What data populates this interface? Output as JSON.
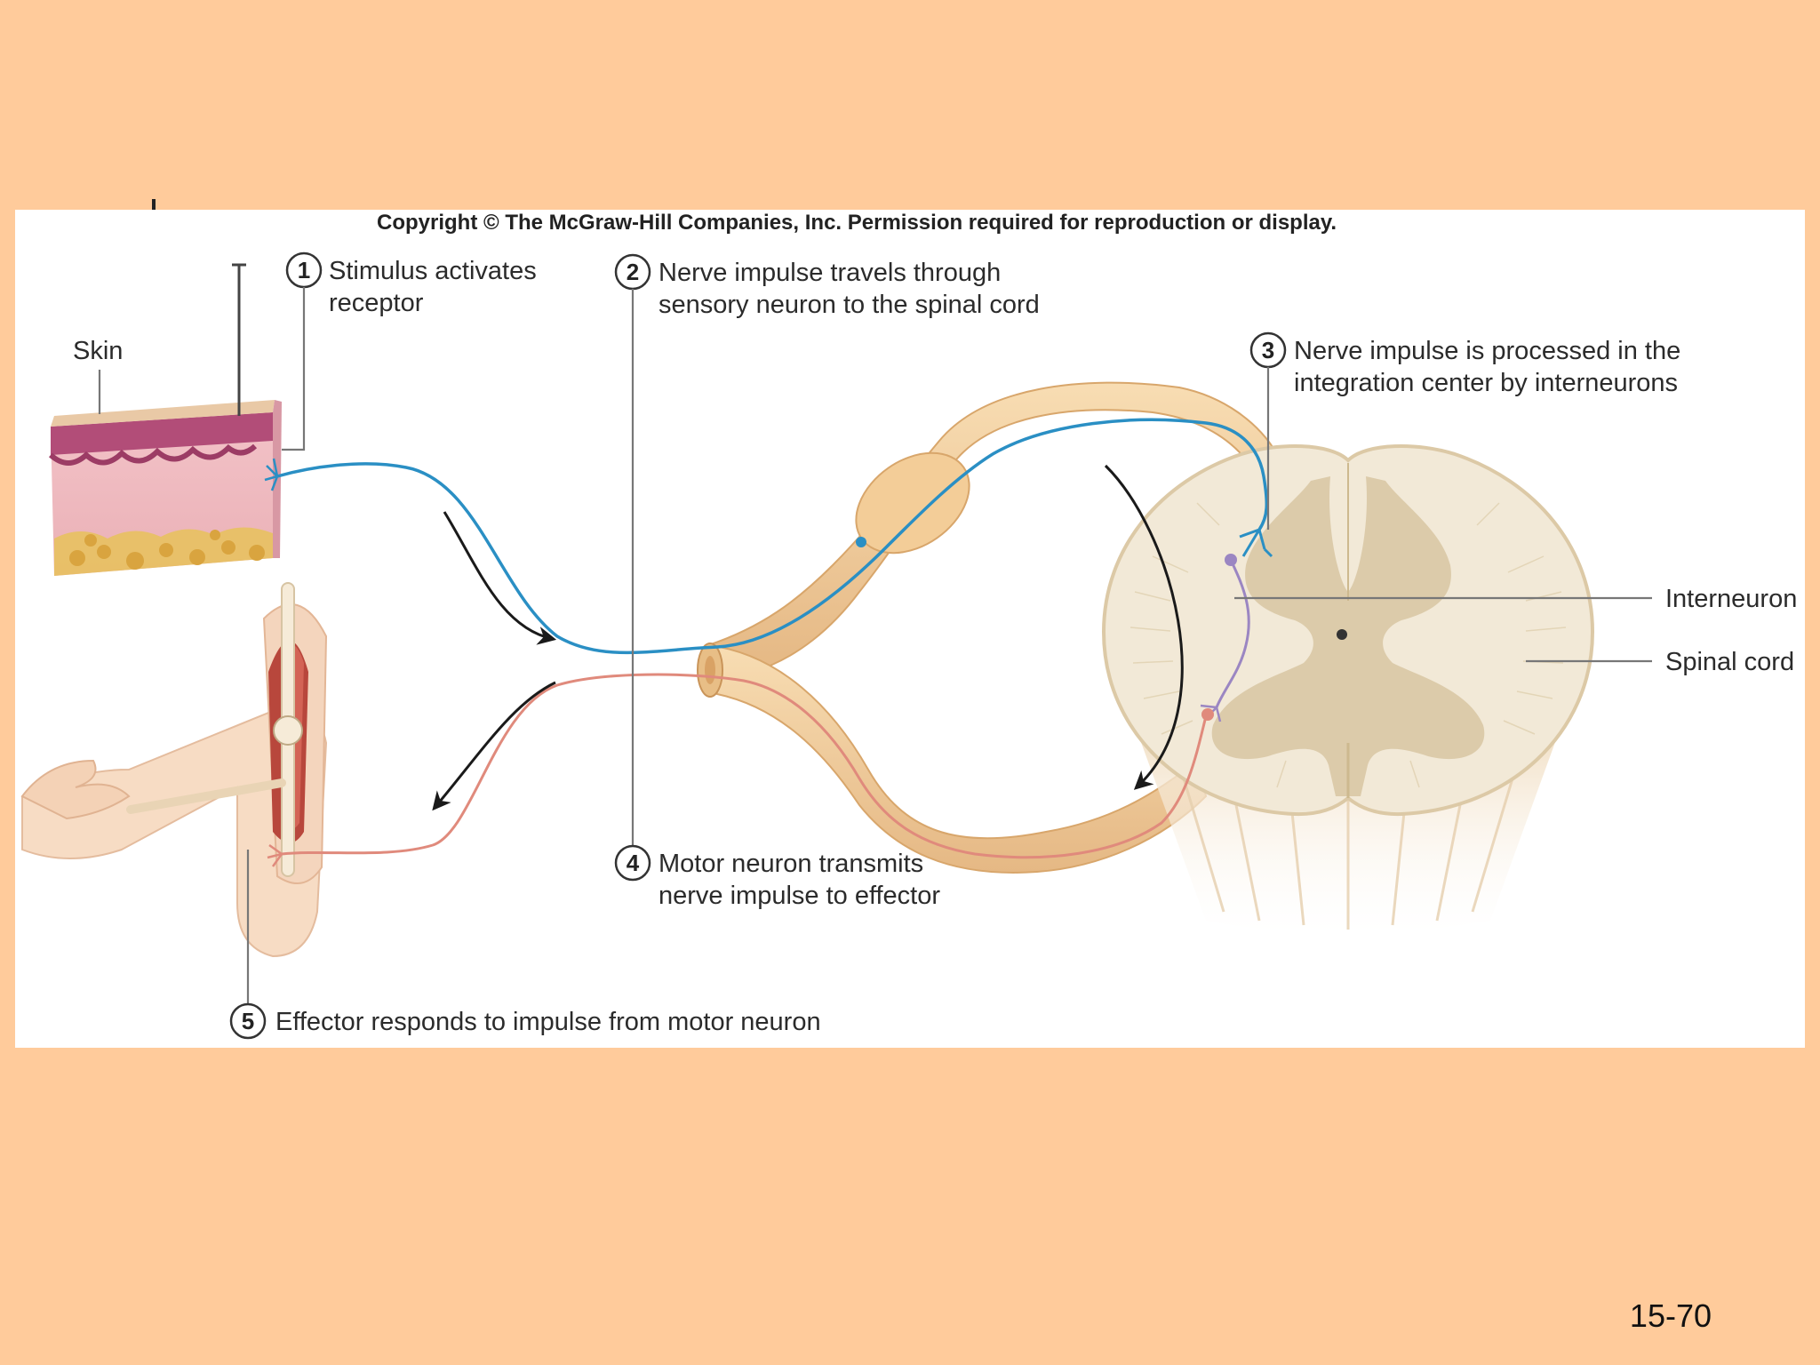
{
  "copyright": "Copyright © The McGraw-Hill Companies, Inc. Permission required for reproduction or display.",
  "steps": [
    {
      "number": "1",
      "lines": [
        "Stimulus activates",
        "receptor"
      ]
    },
    {
      "number": "2",
      "lines": [
        "Nerve impulse travels through",
        "sensory neuron to the spinal cord"
      ]
    },
    {
      "number": "3",
      "lines": [
        "Nerve impulse is processed in the",
        "integration center by interneurons"
      ]
    },
    {
      "number": "4",
      "lines": [
        "Motor neuron transmits",
        "nerve impulse to effector"
      ]
    },
    {
      "number": "5",
      "lines": [
        "Effector responds to impulse from motor neuron"
      ]
    }
  ],
  "labels": {
    "skin": "Skin",
    "interneuron": "Interneuron",
    "spinal_cord": "Spinal cord"
  },
  "colors": {
    "slide_background": "#FFCB9B",
    "sensory_neuron": "#2A8FC4",
    "motor_neuron": "#E08A7C",
    "interneuron": "#9B86C2",
    "nerve": "#F2CFA0",
    "spinal_white_matter": "#F2E9D7",
    "spinal_gray_matter": "#D9C8A5"
  },
  "slide_number": "15-70"
}
